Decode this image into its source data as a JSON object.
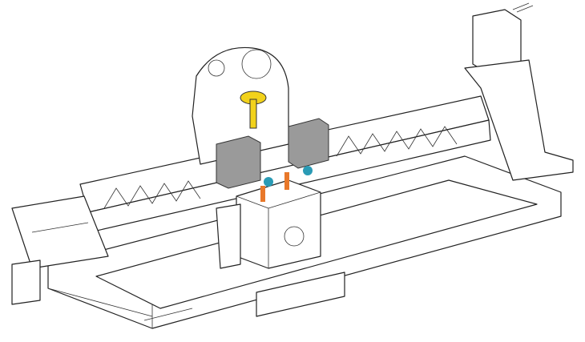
{
  "colors": {
    "line": "#222222",
    "motor": "#9a9a9a",
    "knob": "#f2d21b",
    "pins": "#e8782a",
    "balls": "#2a9bb5"
  },
  "parts": [
    "frame",
    "linear-rail",
    "carriage",
    "stepper-motors",
    "extruder-assembly",
    "vertical-motor"
  ]
}
